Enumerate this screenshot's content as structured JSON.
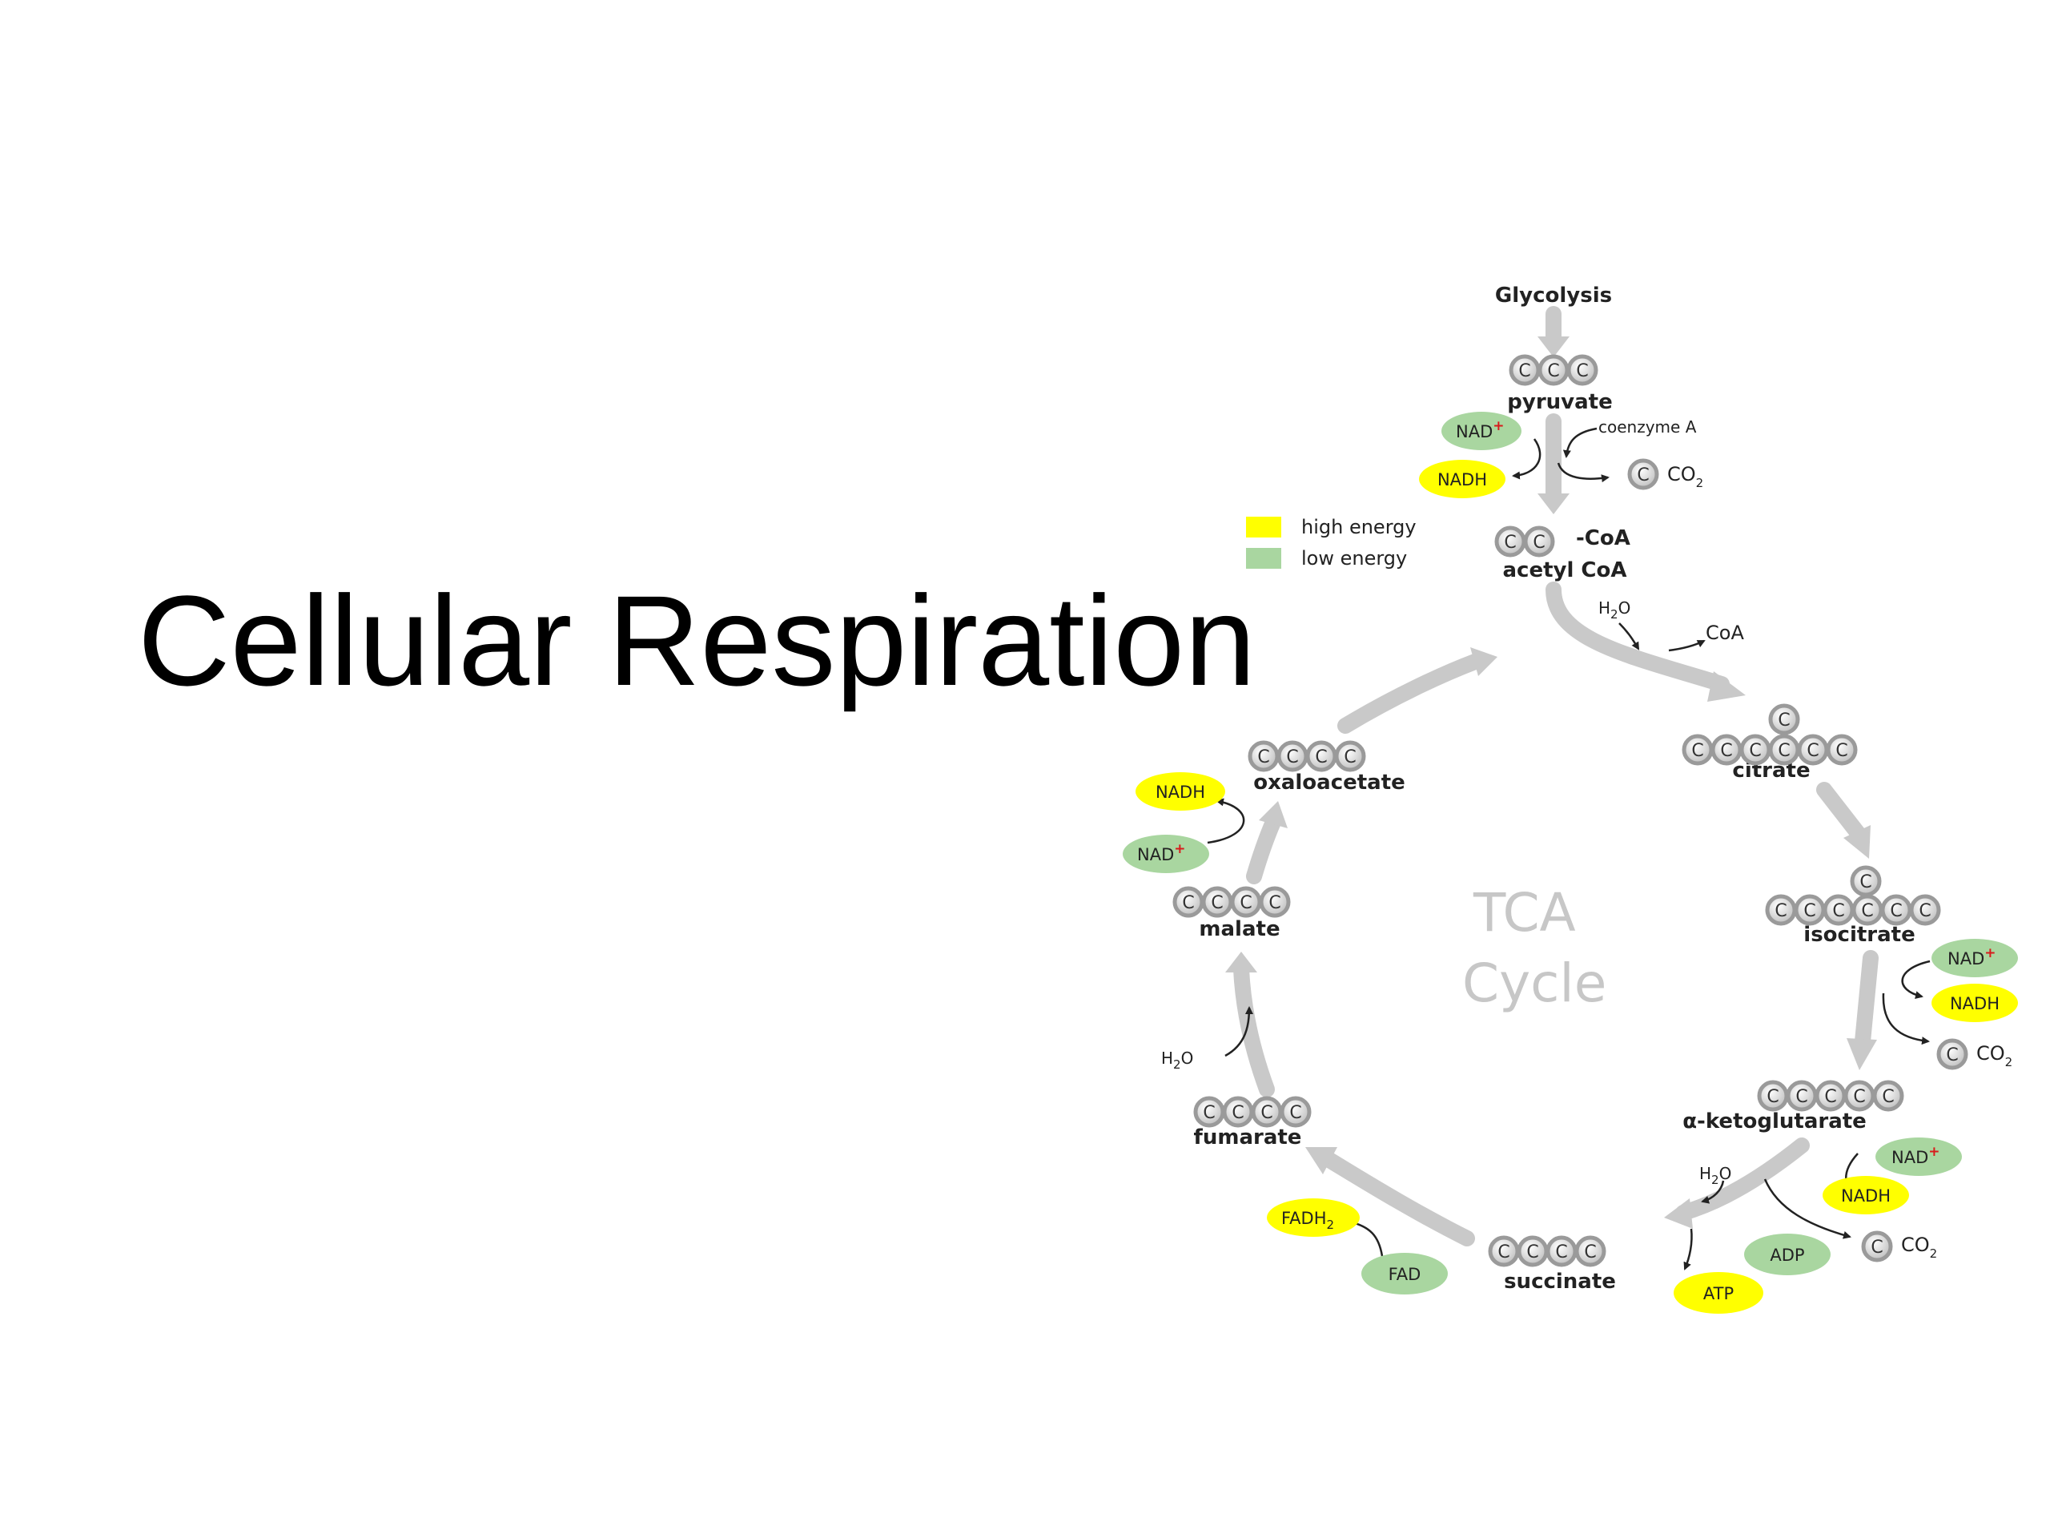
{
  "slide": {
    "title": "Cellular Respiration"
  },
  "diagram": {
    "center_label": [
      "TCA",
      "Cycle"
    ],
    "carbon_symbol": "C",
    "colors": {
      "high_energy": "#ffff00",
      "low_energy": "#a9d6a0",
      "carbon": "#9a9a9a",
      "arrow": "#c9c9c9"
    },
    "legend": {
      "high": "high energy",
      "low": "low energy"
    },
    "molecules": {
      "glycolysis": "Glycolysis",
      "pyruvate": "pyruvate",
      "coenzyme_a": "coenzyme A",
      "coa_suffix": "-CoA",
      "acetyl_coa": "acetyl CoA",
      "coa": "CoA",
      "citrate": "citrate",
      "isocitrate": "isocitrate",
      "alpha_kg": "α-ketoglutarate",
      "succinate": "succinate",
      "fumarate": "fumarate",
      "malate": "malate",
      "oxaloacetate": "oxaloacetate"
    },
    "formulas": {
      "co2_base": "CO",
      "co2_sub": "2",
      "h2o_a": "H",
      "h2o_sub": "2",
      "h2o_b": "O"
    },
    "carriers": {
      "nad": "NAD",
      "nad_charge": "+",
      "nadh": "NADH",
      "fadh_base": "FADH",
      "fadh_sub": "2",
      "fad": "FAD",
      "adp": "ADP",
      "atp": "ATP"
    }
  }
}
